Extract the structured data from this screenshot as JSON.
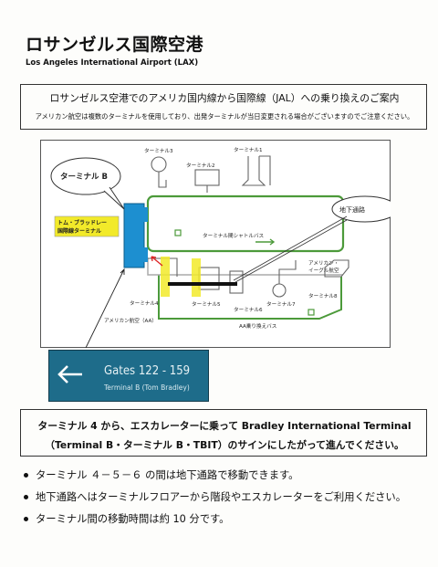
{
  "header": {
    "title": "ロサンゼルス国際空港",
    "subtitle": "Los Angeles International Airport (LAX)"
  },
  "notice": {
    "heading": "ロサンゼルス空港でのアメリカ国内線から国際線（JAL）への乗り換えのご案内",
    "text": "アメリカン航空は複数のターミナルを使用しており、出発ターミナルが当日変更される場合がございますのでご注意ください。"
  },
  "map": {
    "callout_terminal_b": "ターミナル B",
    "tbit_label_line1": "トム・ブラッドレー",
    "tbit_label_line2": "国際線ターミナル",
    "underground_passage_callout": "地下通路",
    "terminal_1": "ターミナル1",
    "terminal_2": "ターミナル2",
    "terminal_3": "ターミナル3",
    "shuttle_bus": "ターミナル間シャトルバス",
    "terminal_4": "ターミナル4",
    "terminal_5": "ターミナル5",
    "terminal_6": "ターミナル6",
    "terminal_7": "ターミナル7",
    "terminal_8": "ターミナル8",
    "american_airlines_aa": "アメリカン航空（AA）",
    "american_eagle_line1": "アメリカン・",
    "american_eagle_line2": "イーグル航空",
    "aa_bus": "AA乗り換えバス"
  },
  "gate_sign": {
    "gates": "Gates 122 - 159",
    "terminal": "Terminal B (Tom Bradley)"
  },
  "instruction": {
    "line1": "ターミナル 4 から、エスカレーターに乗って Bradley International Terminal",
    "line2": "（Terminal B・ターミナル B・TBIT）のサインにしたがって進んでください。"
  },
  "bullets": [
    "ターミナル ４－５－６ の間は地下通路で移動できます。",
    "地下通路へはターミナルフロアーから階段やエスカレーターをご利用ください。",
    "ターミナル間の移動時間は約 10 分です。"
  ],
  "colors": {
    "tbit_blue": "#1d8fd0",
    "route_green": "#4c9a3a",
    "highlight_yellow": "#f2ea2a",
    "sign_blue": "#1e6c8a"
  }
}
